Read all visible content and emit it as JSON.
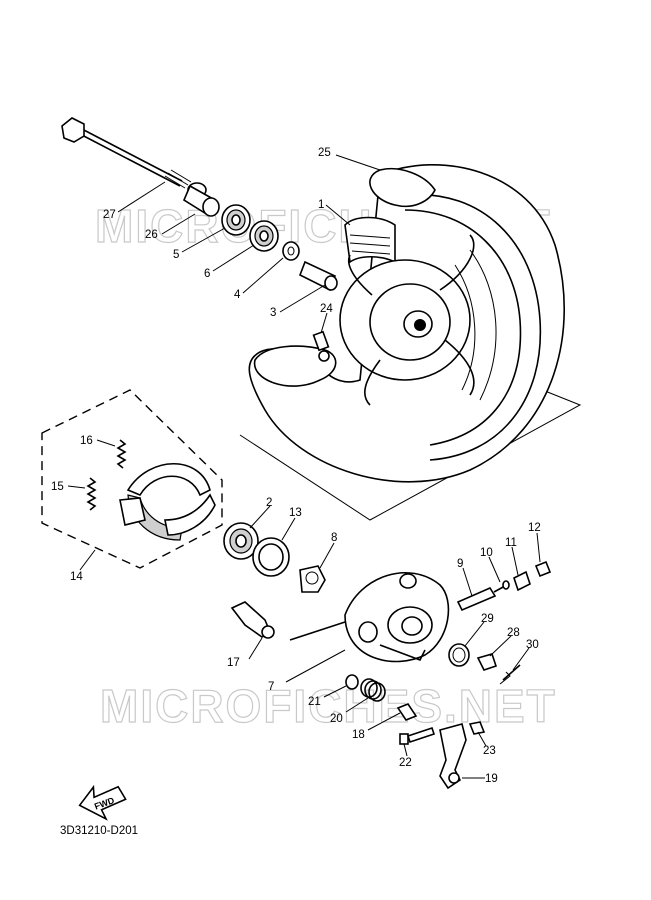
{
  "diagram_code": "3D31210-D201",
  "watermark_text": "MICROFICHES.NET",
  "fwd_label": "FWD",
  "callouts": [
    {
      "id": "c1",
      "label": "1"
    },
    {
      "id": "c2",
      "label": "2"
    },
    {
      "id": "c3",
      "label": "3"
    },
    {
      "id": "c4",
      "label": "4"
    },
    {
      "id": "c5",
      "label": "5"
    },
    {
      "id": "c6",
      "label": "6"
    },
    {
      "id": "c7",
      "label": "7"
    },
    {
      "id": "c8",
      "label": "8"
    },
    {
      "id": "c9",
      "label": "9"
    },
    {
      "id": "c10",
      "label": "10"
    },
    {
      "id": "c11",
      "label": "11"
    },
    {
      "id": "c12",
      "label": "12"
    },
    {
      "id": "c13",
      "label": "13"
    },
    {
      "id": "c14",
      "label": "14"
    },
    {
      "id": "c15",
      "label": "15"
    },
    {
      "id": "c16",
      "label": "16"
    },
    {
      "id": "c17",
      "label": "17"
    },
    {
      "id": "c18",
      "label": "18"
    },
    {
      "id": "c19",
      "label": "19"
    },
    {
      "id": "c20",
      "label": "20"
    },
    {
      "id": "c21",
      "label": "21"
    },
    {
      "id": "c22",
      "label": "22"
    },
    {
      "id": "c23",
      "label": "23"
    },
    {
      "id": "c24",
      "label": "24"
    },
    {
      "id": "c25",
      "label": "25"
    },
    {
      "id": "c26",
      "label": "26"
    },
    {
      "id": "c27",
      "label": "27"
    },
    {
      "id": "c28",
      "label": "28"
    },
    {
      "id": "c29",
      "label": "29"
    },
    {
      "id": "c30",
      "label": "30"
    }
  ]
}
